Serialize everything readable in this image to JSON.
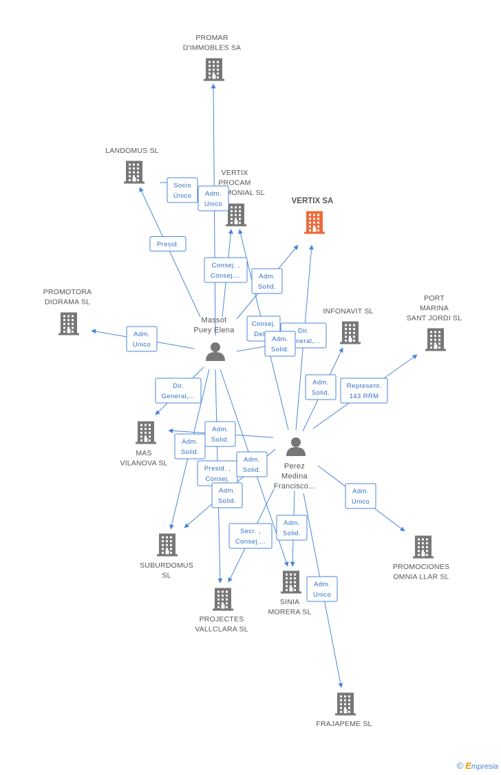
{
  "colors": {
    "edge": "#4a86d6",
    "company": "#777777",
    "focus": "#ee6a3a",
    "label_text": "#2f6fc3"
  },
  "watermark": {
    "copyright": "©",
    "brand_first": "E",
    "brand_rest": "mpresia"
  },
  "companies": [
    {
      "id": "promar",
      "lines": [
        "PROMAR",
        "D'IMMOBLES SA"
      ],
      "icon": "building-icon"
    },
    {
      "id": "landomus",
      "lines": [
        "LANDOMUS SL"
      ],
      "icon": "building-icon"
    },
    {
      "id": "vertixprocam",
      "lines": [
        "VERTIX",
        "PROCAM",
        "PATRIMONIAL SL"
      ],
      "icon": "building-icon"
    },
    {
      "id": "vertixsa",
      "lines": [
        "VERTIX SA"
      ],
      "icon": "building-icon",
      "focus": true
    },
    {
      "id": "promotora",
      "lines": [
        "PROMOTORA",
        "DIORAMA SL"
      ],
      "icon": "building-icon"
    },
    {
      "id": "infonavit",
      "lines": [
        "INFONAVIT SL"
      ],
      "icon": "building-icon"
    },
    {
      "id": "portmarina",
      "lines": [
        "PORT",
        "MARINA",
        "SANT JORDI SL"
      ],
      "icon": "building-icon"
    },
    {
      "id": "masvilanova",
      "lines": [
        "MAS",
        "VILANOVA SL"
      ],
      "icon": "building-icon"
    },
    {
      "id": "suburdomus",
      "lines": [
        "SUBURDOMUS",
        "SL"
      ],
      "icon": "building-icon"
    },
    {
      "id": "projectes",
      "lines": [
        "PROJECTES",
        "VALLCLARA SL"
      ],
      "icon": "building-icon"
    },
    {
      "id": "sinia",
      "lines": [
        "SINIA",
        "MORERA SL"
      ],
      "icon": "building-icon"
    },
    {
      "id": "promociones",
      "lines": [
        "PROMOCIONES",
        "OMNIA LLAR SL"
      ],
      "icon": "building-icon"
    },
    {
      "id": "frajapeme",
      "lines": [
        "FRAJAPEME SL"
      ],
      "icon": "building-icon"
    }
  ],
  "persons": [
    {
      "id": "massot",
      "lines": [
        "Massot",
        "Puey Elena"
      ],
      "icon": "person-icon"
    },
    {
      "id": "perez",
      "lines": [
        "Perez",
        "Medina",
        "Francisco..."
      ],
      "icon": "person-icon"
    }
  ],
  "edges": [
    {
      "from": "massot",
      "to": "promar",
      "lines": [
        "Adm.",
        "Unico"
      ]
    },
    {
      "from": "massot",
      "to": "landomus",
      "lines": [
        "Presid."
      ]
    },
    {
      "from": "massot",
      "to": "vertixprocam",
      "lines": [
        "Consej. ,",
        "Consej...."
      ]
    },
    {
      "from": "massot",
      "to": "vertixsa",
      "lines": [
        "Adm.",
        "Solid."
      ]
    },
    {
      "from": "massot",
      "to": "promotora",
      "lines": [
        "Adm.",
        "Unico"
      ]
    },
    {
      "from": "massot",
      "to": "infonavit",
      "lines": [
        "Dir.",
        "General,..."
      ]
    },
    {
      "from": "massot",
      "to": "masvilanova",
      "lines": [
        "Dir.",
        "General,..."
      ]
    },
    {
      "from": "massot",
      "to": "suburdomus",
      "lines": [
        "Adm.",
        "Solid."
      ]
    },
    {
      "from": "massot",
      "to": "projectes",
      "lines": [
        "Presid. ,",
        "Consej."
      ]
    },
    {
      "from": "massot",
      "to": "sinia",
      "lines": [
        "Adm.",
        "Solid."
      ]
    },
    {
      "from": "perez",
      "to": "vertixprocam",
      "lines": [
        "Consej.",
        "Del...."
      ]
    },
    {
      "from": "perez",
      "to": "vertixsa",
      "lines": [
        "Adm.",
        "Solid."
      ]
    },
    {
      "from": "perez",
      "to": "infonavit",
      "lines": [
        "Adm.",
        "Solid."
      ]
    },
    {
      "from": "perez",
      "to": "portmarina",
      "lines": [
        "Represent.",
        "143 RRM"
      ]
    },
    {
      "from": "perez",
      "to": "masvilanova",
      "lines": [
        "Adm.",
        "Solid."
      ]
    },
    {
      "from": "perez",
      "to": "suburdomus",
      "lines": [
        "Adm.",
        "Solid."
      ]
    },
    {
      "from": "perez",
      "to": "projectes",
      "lines": [
        "Secr. ,",
        "Consej...."
      ]
    },
    {
      "from": "perez",
      "to": "sinia",
      "lines": [
        "Adm.",
        "Solid."
      ]
    },
    {
      "from": "perez",
      "to": "promociones",
      "lines": [
        "Adm.",
        "Unico"
      ]
    },
    {
      "from": "perez",
      "to": "frajapeme",
      "lines": [
        "Adm.",
        "Unico"
      ]
    },
    {
      "from": "landomus",
      "to": "vertixprocam",
      "lines": [
        "Socio",
        "Único"
      ]
    }
  ]
}
